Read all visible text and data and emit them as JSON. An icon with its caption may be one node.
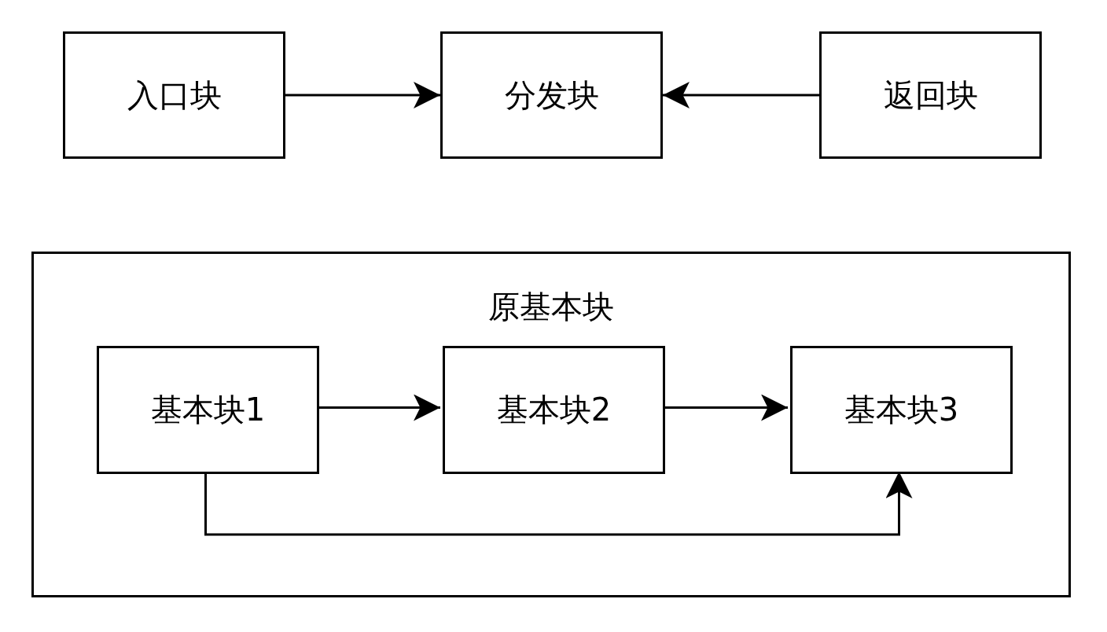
{
  "diagram": {
    "nodes": [
      {
        "text": [
          "入口块"
        ]
      },
      {
        "text": [
          "分发块"
        ]
      },
      {
        "text": [
          "返回块"
        ]
      },
      {
        "text": [
          "原基本块"
        ]
      },
      {
        "text": [
          "基本块1"
        ],
        "in": 3
      },
      {
        "text": [
          "基本块2"
        ],
        "in": 3
      },
      {
        "text": [
          "基本块3"
        ],
        "in": 3
      }
    ],
    "edges": [
      {
        "from": 0,
        "to": 1,
        "arrow": "to"
      },
      {
        "from": 2,
        "to": 1,
        "arrow": "to"
      },
      {
        "from": 4,
        "to": 5,
        "arrow": "to"
      },
      {
        "from": 5,
        "to": 6,
        "arrow": "to"
      },
      {
        "from": 4,
        "to": 6,
        "arrow": "to"
      }
    ]
  }
}
